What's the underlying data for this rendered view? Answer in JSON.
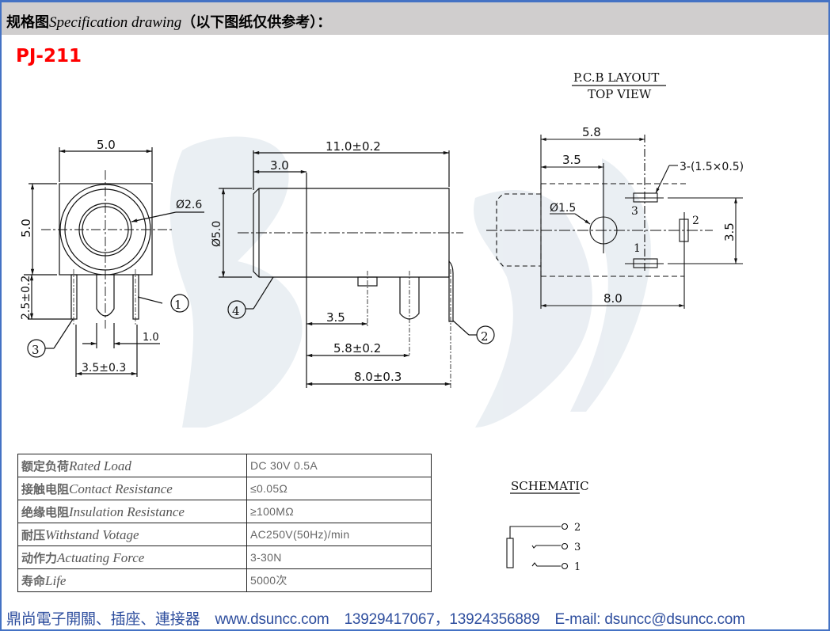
{
  "header": {
    "title_zh": "规格图",
    "title_en": "Specification drawing",
    "title_note": "（以下图纸仅供参考）：",
    "band_color": "#d0cece"
  },
  "model": {
    "name": "PJ-211",
    "color": "#ff0000"
  },
  "front_view": {
    "width_dim": "5.0",
    "height_dim": "5.0",
    "hole_dim": "Ø2.6",
    "pin_length_dim": "2.5±0.2",
    "pin_width_dim": "1.0",
    "pin_spacing_dim": "3.5±0.3",
    "callouts": [
      "1",
      "3"
    ]
  },
  "side_view": {
    "length_dim": "11.0±0.2",
    "nose_dim": "3.0",
    "diameter_dim": "Ø5.0",
    "pin_offset_1": "3.5",
    "pin_offset_2": "5.8±0.2",
    "pin_offset_3": "8.0±0.3",
    "callouts": [
      "4",
      "2"
    ]
  },
  "pcb_layout": {
    "title": "P.C.B LAYOUT",
    "subtitle": "TOP VIEW",
    "dim_5_8": "5.8",
    "dim_3_5": "3.5",
    "slot_note": "3-(1.5×0.5)",
    "hole_dim": "Ø1.5",
    "vertical_dim": "3.5",
    "length_dim": "8.0",
    "pad_labels": [
      "3",
      "2",
      "1"
    ]
  },
  "schematic": {
    "title": "SCHEMATIC",
    "terminals": [
      "2",
      "3",
      "1"
    ]
  },
  "spec_table": {
    "rows": [
      {
        "zh": "额定负荷",
        "en": "Rated Load",
        "value": "DC 30V 0.5A"
      },
      {
        "zh": "接触电阻",
        "en": "Contact Resistance",
        "value": "≤0.05Ω"
      },
      {
        "zh": "绝缘电阻",
        "en": "Insulation Resistance",
        "value": "≥100MΩ"
      },
      {
        "zh": "耐压",
        "en": "Withstand Votage",
        "value": "AC250V(50Hz)/min"
      },
      {
        "zh": "动作力",
        "en": "Actuating Force",
        "value": "3-30N"
      },
      {
        "zh": "寿命",
        "en": "Life",
        "value": "5000次"
      }
    ]
  },
  "footer": {
    "company": "鼎尚電子開關、插座、連接器",
    "website": "www.dsuncc.com",
    "phones": "13929417067，13924356889",
    "email": "E-mail: dsuncc@dsuncc.com",
    "color": "#2e4e9e"
  },
  "frame_color": "#4472c4"
}
